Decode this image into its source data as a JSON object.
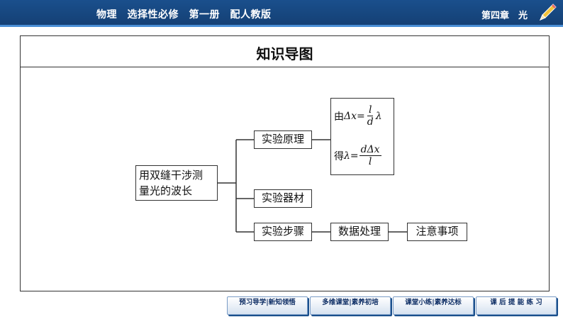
{
  "header": {
    "book_title": "物理　选择性必修　第一册　配人教版",
    "chapter": "第四章　光",
    "icon": "pencil-icon"
  },
  "frame": {
    "title": "知识导图"
  },
  "mindmap": {
    "root_line1": "用双缝干涉测",
    "root_line2": "量光的波长",
    "principle": "实验原理",
    "equipment": "实验器材",
    "steps": "实验步骤",
    "data_processing": "数据处理",
    "notes": "注意事项",
    "formula1": {
      "prefix": "由",
      "lhs": "Δx",
      "eq": "=",
      "num": "l",
      "den": "d",
      "suffix": "λ"
    },
    "formula2": {
      "prefix": "得",
      "lhs": "λ",
      "eq": "=",
      "num": "dΔx",
      "den": "l"
    }
  },
  "nav": {
    "btn1": "预习导学|新知领悟",
    "btn2": "多维课堂|素养初培",
    "btn3": "课堂小练|素养达标",
    "btn4": "课 后 提 能 练 习"
  },
  "colors": {
    "header_bg": "#1a4f8c",
    "nav_text": "#0f2f66"
  }
}
